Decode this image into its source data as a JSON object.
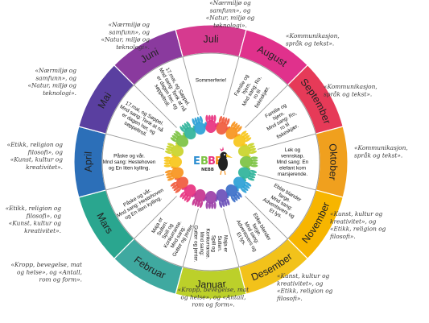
{
  "months": [
    {
      "name": "Juli",
      "color": "#d63a8f"
    },
    {
      "name": "August",
      "color": "#e0318c"
    },
    {
      "name": "September",
      "color": "#e63a58"
    },
    {
      "name": "Oktober",
      "color": "#f0a01e"
    },
    {
      "name": "November",
      "color": "#f7b500"
    },
    {
      "name": "Desember",
      "color": "#f2c21a"
    },
    {
      "name": "Januar",
      "color": "#bcd02a"
    },
    {
      "name": "Februar",
      "color": "#3fa9a0"
    },
    {
      "name": "Mars",
      "color": "#2aa68f"
    },
    {
      "name": "April",
      "color": "#2c6fb8"
    },
    {
      "name": "Mai",
      "color": "#5a3fa0"
    },
    {
      "name": "Juni",
      "color": "#8a3a9e"
    }
  ],
  "contents": [
    [
      "Sommerferie!"
    ],
    [
      "Familie og",
      "hjem.",
      "Mnd sang: Ro,",
      "ro til",
      "fiskeskjær."
    ],
    [
      "Familie og",
      "hjem.",
      "Mnd sang: Ro,",
      "ro til",
      "fiskeskjær."
    ],
    [
      "Lek og",
      "vennskap.",
      "Mnd sang: En",
      "elefant kom",
      "marsjerende."
    ],
    [
      "Ebbe blander",
      "farge.",
      "Mnd sang:",
      "Adventsvers og",
      "Et lys."
    ],
    [
      "Ebbe blander",
      "farge.",
      "Mnd sang:",
      "Adventsvers og",
      "Et lys."
    ],
    [
      "Maja er",
      "Sulten.",
      "Spill og",
      "Konkurranse.",
      "Mnd sang:",
      "Gutter og jenter."
    ],
    [
      "Maja er",
      "Sulten.",
      "Spill og",
      "Konkurranse.",
      "Mnd sang:",
      "Gutter og jenter."
    ],
    [
      "Påske og vår.",
      "Mnd sang: Hestehoven",
      "og En liten kylling."
    ],
    [
      "Påske og vår.",
      "Mnd sang: Hestehoven",
      "og En liten kylling."
    ],
    [
      "17.mai, og Søppel.",
      "Mnd sang: Tenk at nå",
      "er dagen her, og",
      "søppeltroll."
    ],
    [
      "17.mai, og Søppel.",
      "Mnd sang: Tenk at nå",
      "er dagen her, og",
      "søppeltroll."
    ]
  ],
  "annotations": [
    {
      "id": "juli",
      "lines": [
        "«Nærmiljø og",
        "samfunn», og",
        "«Natur, miljø og",
        "teknologi»."
      ]
    },
    {
      "id": "juni",
      "lines": [
        "«Nærmiljø og",
        "samfunn», og",
        "«Natur, miljø og",
        "teknologi»."
      ]
    },
    {
      "id": "august",
      "lines": [
        "«Kommunikasjon,",
        "språk og tekst»."
      ]
    },
    {
      "id": "mai",
      "lines": [
        "«Nærmiljø og",
        "samfunn», og",
        "«Natur, miljø og",
        "teknologi»."
      ]
    },
    {
      "id": "september",
      "lines": [
        "«Kommunikasjon,",
        "språk og tekst»."
      ]
    },
    {
      "id": "april",
      "lines": [
        "«Etikk, religion og",
        "filosofi», og",
        "«Kunst, kultur og",
        "kreativitet»."
      ]
    },
    {
      "id": "oktober",
      "lines": [
        "«Kommunikasjon,",
        "språk og tekst»."
      ]
    },
    {
      "id": "mars",
      "lines": [
        "«Etikk, religion og",
        "filosofi», og",
        "«Kunst, kultur og",
        "kreativitet»."
      ]
    },
    {
      "id": "november",
      "lines": [
        "«Kunst, kultur og",
        "kreativitet», og",
        "«Etikk, religion og",
        "filosofi»."
      ]
    },
    {
      "id": "februar",
      "lines": [
        "«Kropp, bevegelse, mat",
        "og helse», og «Antall,",
        "rom og form»."
      ]
    },
    {
      "id": "desember",
      "lines": [
        "«Kunst, kultur og",
        "kreativitet», og",
        "«Etikk, religion og",
        "filosofi»."
      ]
    },
    {
      "id": "januar",
      "lines": [
        "«Kropp, bevegelse, mat",
        "og helse», og «Antall,",
        "rom og form»."
      ]
    }
  ],
  "logo": {
    "text": "EBBE",
    "subtext": "NEBB",
    "icon": "toucan-bird-icon"
  }
}
